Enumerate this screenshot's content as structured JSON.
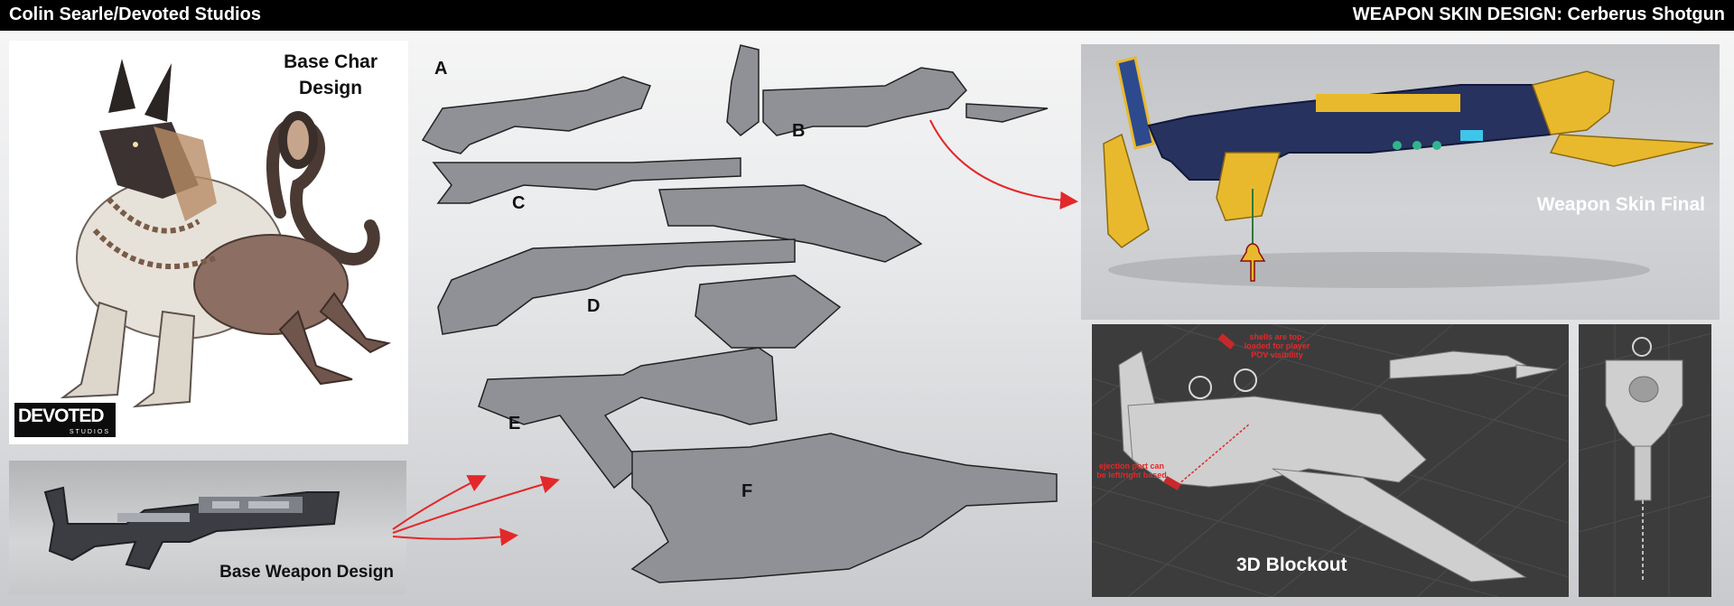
{
  "header": {
    "left_title": "Colin Searle/Devoted Studios",
    "right_title": "WEAPON SKIN DESIGN: Cerberus Shotgun"
  },
  "base_char": {
    "title_line1": "Base Char",
    "title_line2": "Design",
    "logo_text": "DEVOTED",
    "logo_subtext": "STUDIOS"
  },
  "base_weapon": {
    "title": "Base Weapon Design"
  },
  "sketches": {
    "letters": [
      "A",
      "B",
      "C",
      "D",
      "E",
      "F"
    ]
  },
  "final": {
    "title": "Weapon Skin Final"
  },
  "blockout": {
    "title": "3D Blockout",
    "note_top": "shells are top-loaded for player POV visibility",
    "note_bottom": "ejection port can be left/right based"
  },
  "colors": {
    "arrow_red": "#e3282a",
    "gold": "#e9b92d",
    "navy": "#27325f"
  }
}
